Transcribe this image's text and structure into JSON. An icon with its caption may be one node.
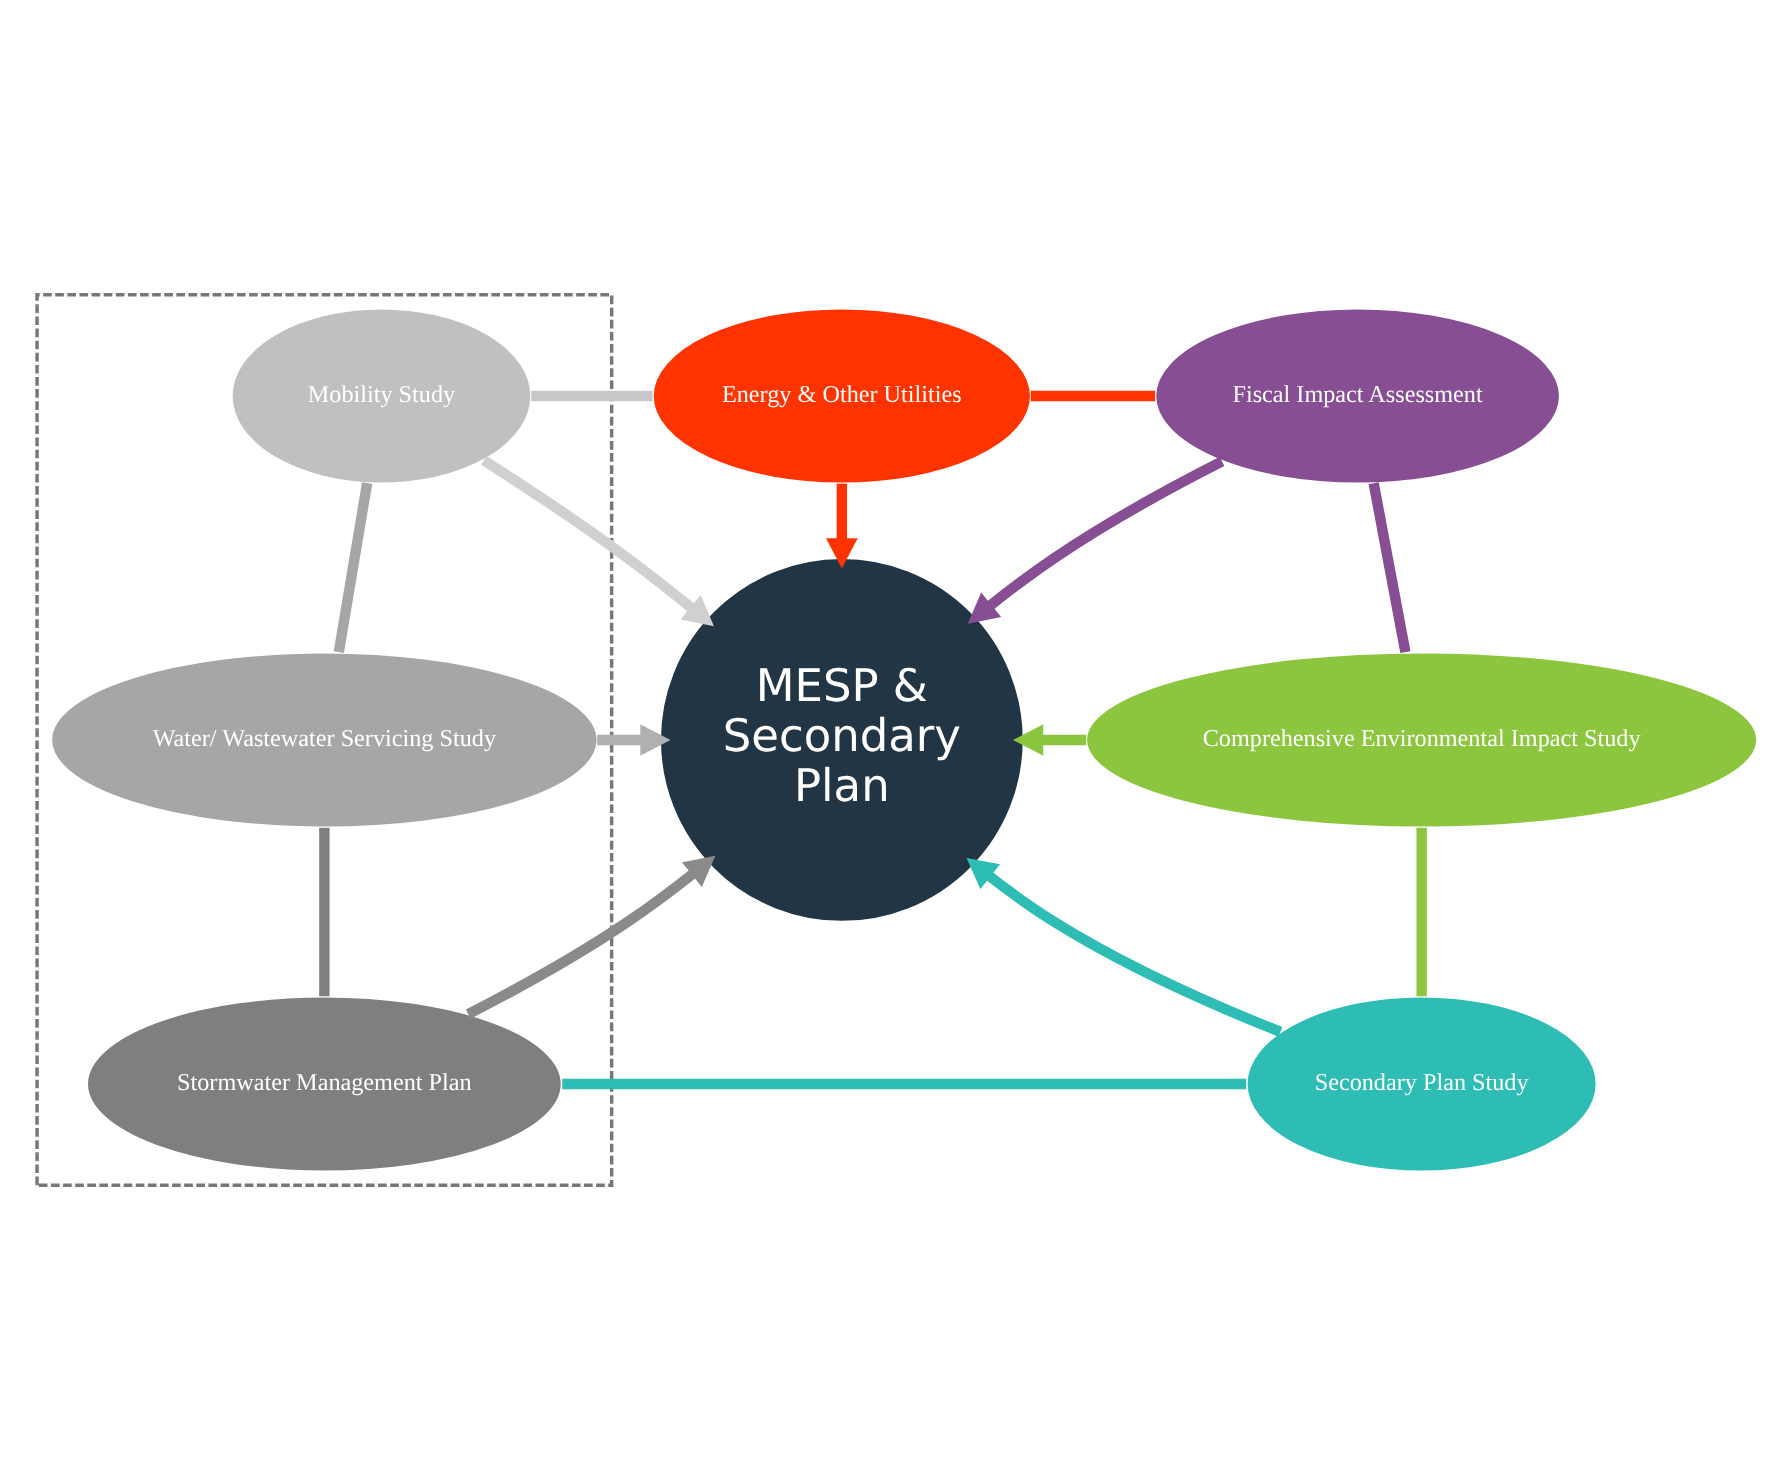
{
  "diagram": {
    "nodes": [
      {
        "text": [
          "Energy & Other Utilities"
        ]
      },
      {
        "text": [
          "Fiscal Impact Assessment"
        ]
      },
      {
        "text": [],
        "shape": "box"
      },
      {
        "text": [
          "Mobility Study"
        ],
        "in": 2
      },
      {
        "text": [
          "MESP & Secondary Plan"
        ]
      },
      {
        "text": [
          "Water/ Wastewater Servicing Study"
        ],
        "in": 2
      },
      {
        "text": [
          "Comprehensive Environmental Impact Study"
        ]
      },
      {
        "text": [
          "Stormwater Management Plan"
        ],
        "in": 2
      },
      {
        "text": [
          "Secondary Plan Study"
        ]
      }
    ],
    "edges": [
      {
        "from": 0,
        "to": 4,
        "arrow": "to",
        "color": "#ff3300"
      },
      {
        "from": 1,
        "to": 4,
        "arrow": "to",
        "color": "#874e93"
      },
      {
        "from": 3,
        "to": 4,
        "arrow": "to",
        "color": "#d0d0d0"
      },
      {
        "from": 5,
        "to": 4,
        "arrow": "to",
        "color": "#b0b0b0"
      },
      {
        "from": 6,
        "to": 4,
        "arrow": "to",
        "color": "#8cc63f"
      },
      {
        "from": 7,
        "to": 4,
        "arrow": "to",
        "color": "#8a8a8a"
      },
      {
        "from": 8,
        "to": 4,
        "arrow": "to",
        "color": "#2ebdb5"
      },
      {
        "from": 0,
        "to": 1,
        "arrow": "none",
        "color": "#ff3300"
      },
      {
        "from": 1,
        "to": 6,
        "arrow": "none",
        "color": "#874e93"
      },
      {
        "from": 6,
        "to": 8,
        "arrow": "none",
        "color": "#8cc63f"
      },
      {
        "from": 8,
        "to": 7,
        "arrow": "none",
        "color": "#2ebdb5"
      },
      {
        "from": 5,
        "to": 7,
        "arrow": "none",
        "color": "#808080"
      },
      {
        "from": 3,
        "to": 5,
        "arrow": "none",
        "color": "#a6a6a6"
      },
      {
        "from": 0,
        "to": 3,
        "arrow": "none",
        "color": "#c8c8c8"
      }
    ]
  }
}
